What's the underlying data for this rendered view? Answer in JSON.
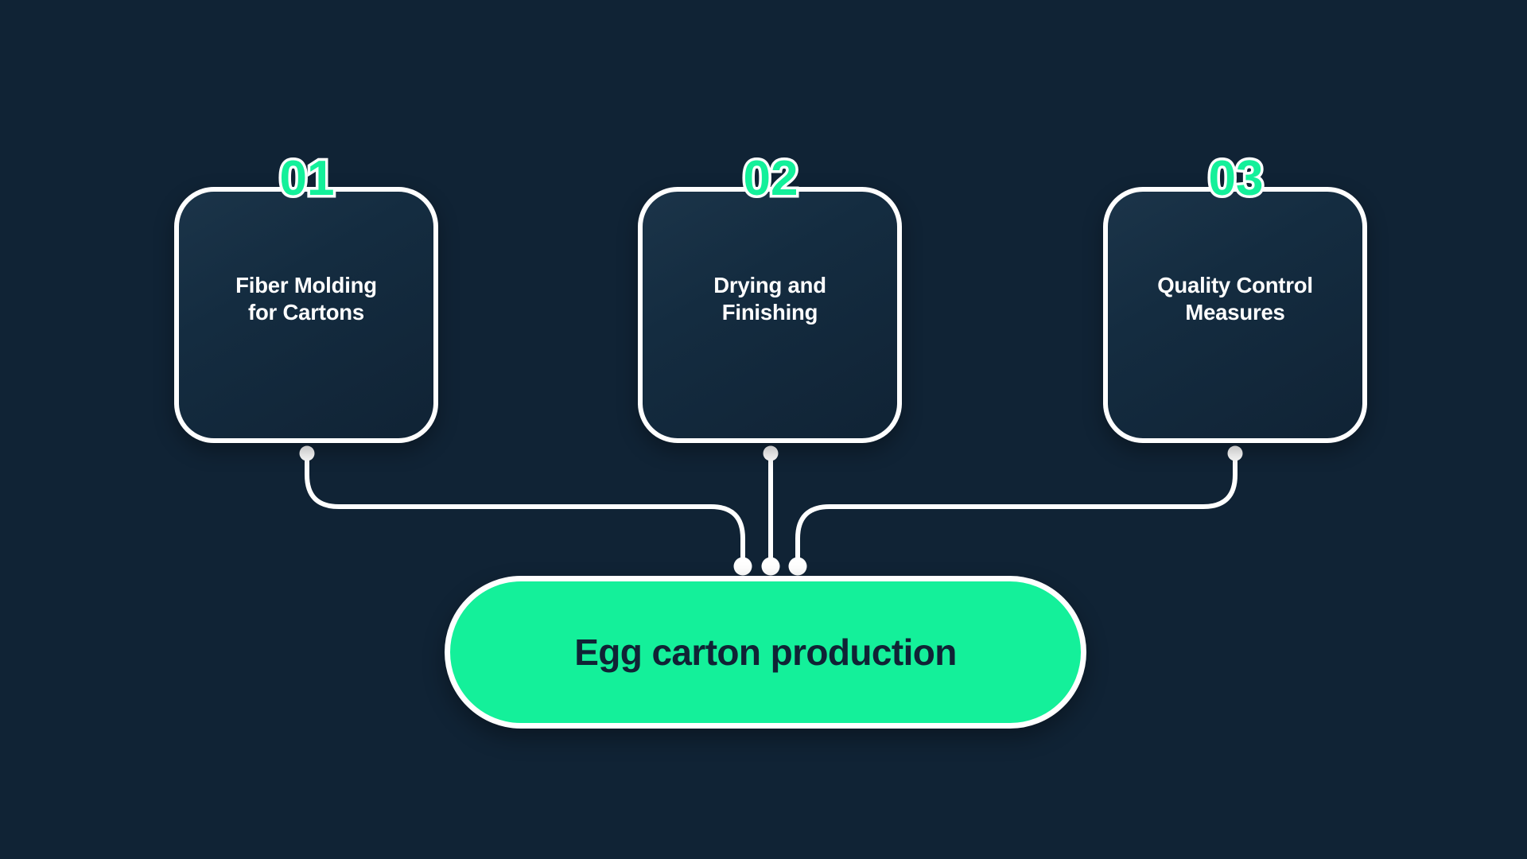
{
  "theme": {
    "background_color": "#102335",
    "accent_color": "#14F09A",
    "line_color": "#FFFFFF",
    "card_text_color": "#FFFFFF",
    "outcome_text_color": "#102335"
  },
  "diagram": {
    "type": "process-convergence",
    "step_count": 3,
    "steps": [
      {
        "number": "01",
        "title": "Fiber Molding\nfor Cartons"
      },
      {
        "number": "02",
        "title": "Drying and\nFinishing"
      },
      {
        "number": "03",
        "title": "Quality Control\nMeasures"
      }
    ],
    "outcome": {
      "label": "Egg carton production"
    }
  }
}
